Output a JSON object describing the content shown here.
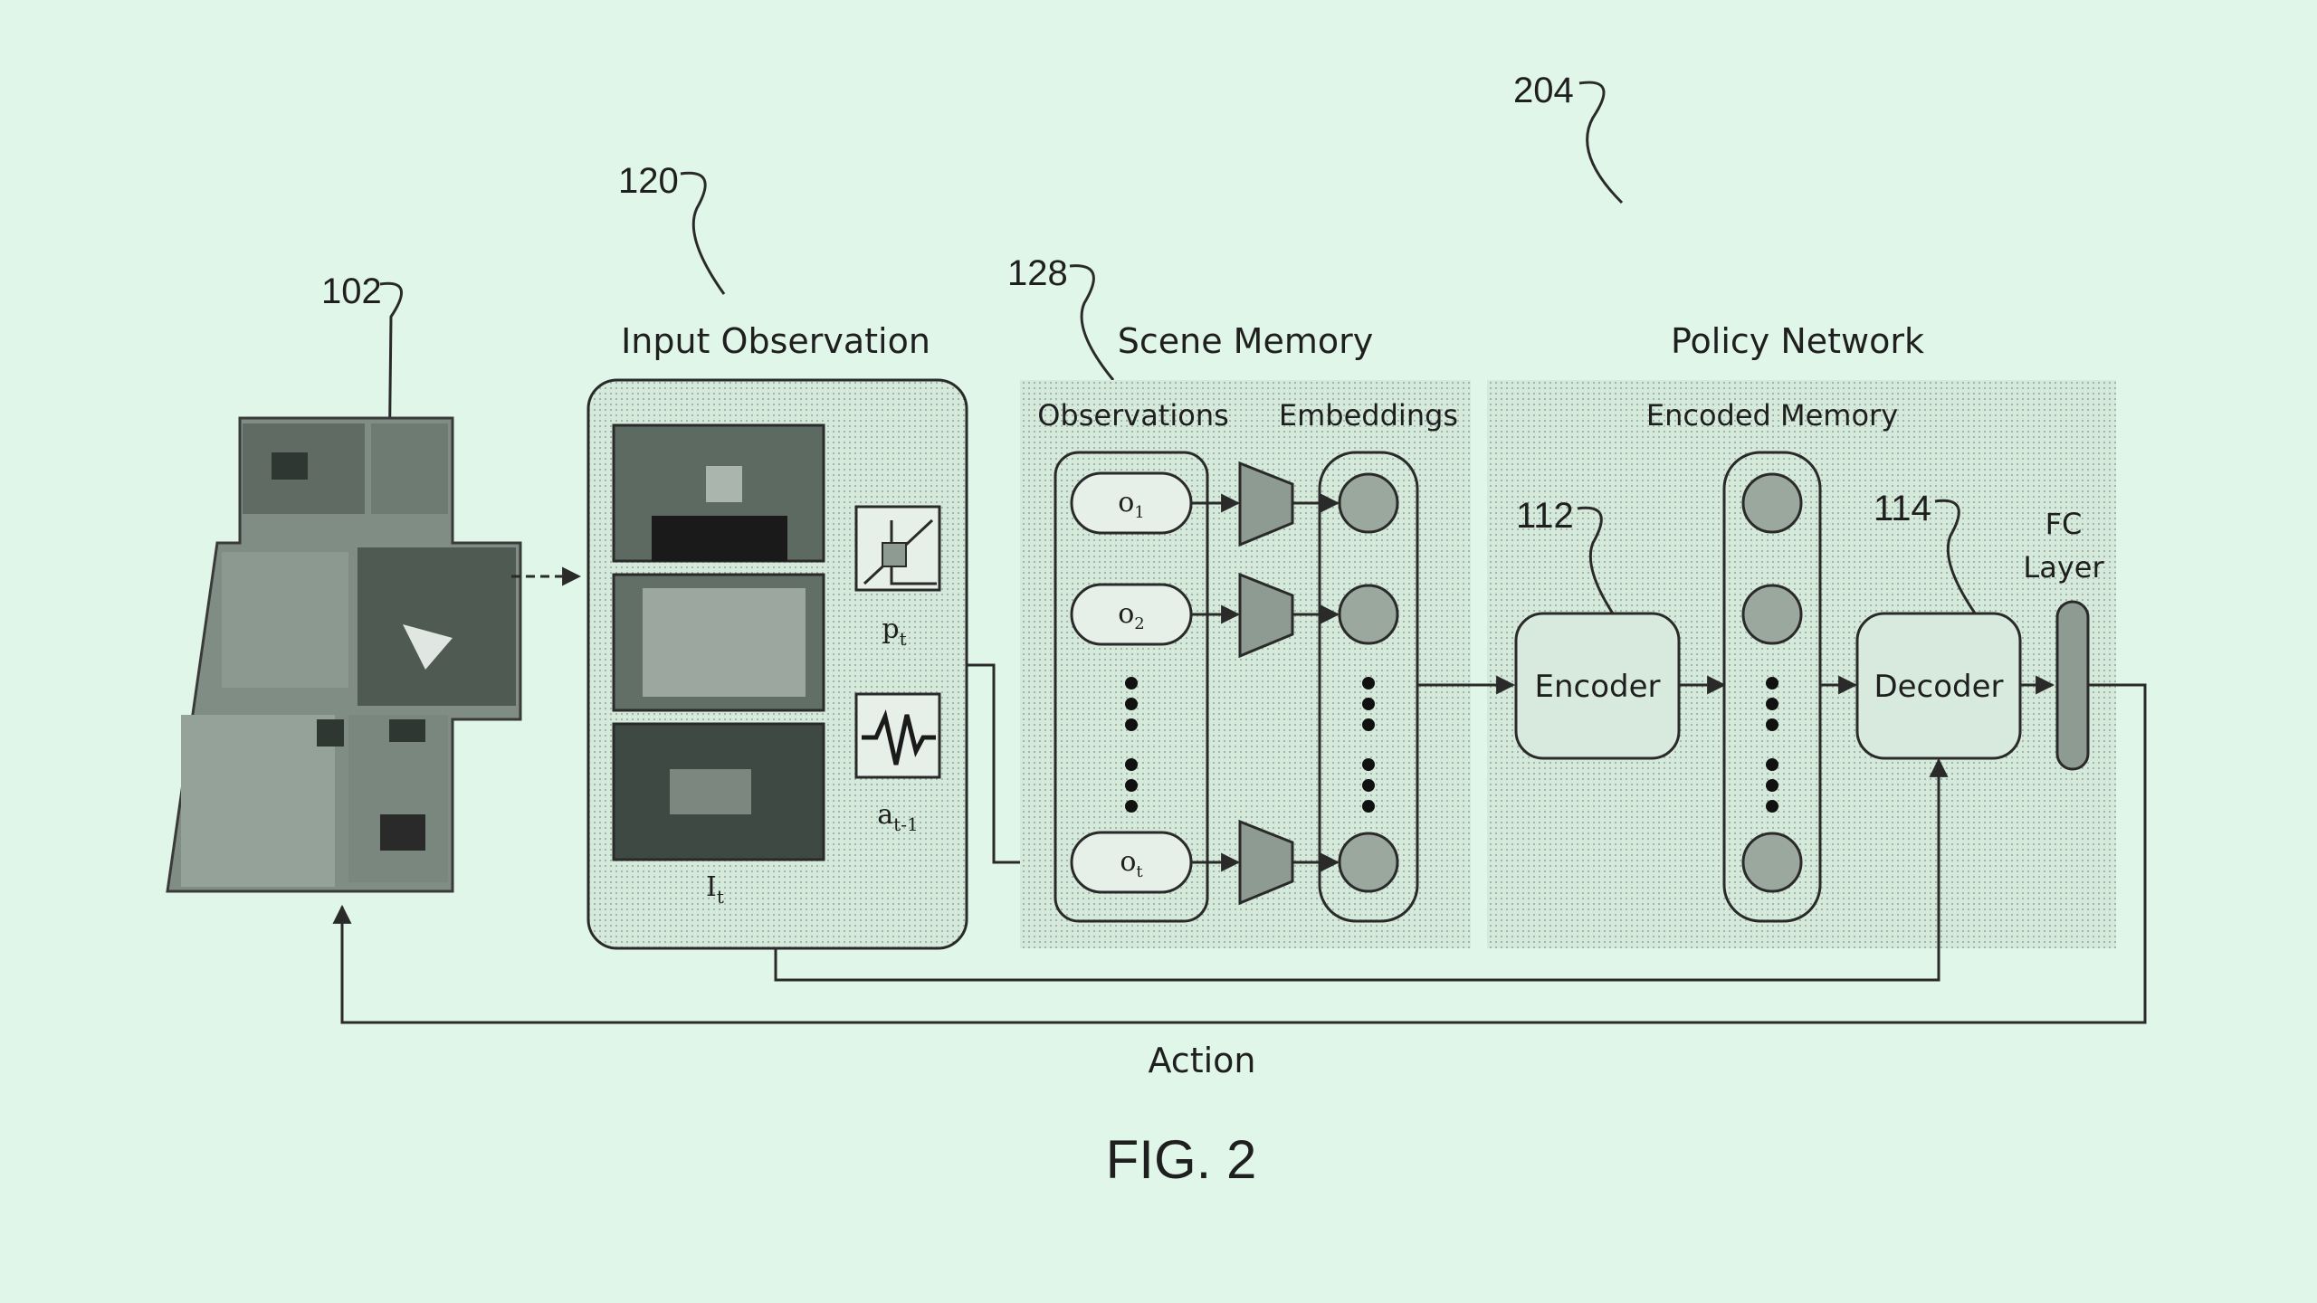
{
  "refs": {
    "r204": "204",
    "r120": "120",
    "r102": "102",
    "r128": "128",
    "r112": "112",
    "r114": "114"
  },
  "sections": {
    "input_observation": "Input Observation",
    "scene_memory": "Scene Memory",
    "policy_network": "Policy Network"
  },
  "subheads": {
    "observations": "Observations",
    "embeddings": "Embeddings",
    "encoded_memory": "Encoded Memory"
  },
  "blocks": {
    "encoder": "Encoder",
    "decoder": "Decoder",
    "fc_line1": "FC",
    "fc_line2": "Layer"
  },
  "obs": {
    "o1": "o",
    "o1_sub": "1",
    "o2": "o",
    "o2_sub": "2",
    "ot": "o",
    "ot_sub": "t"
  },
  "inputs": {
    "pose": "p",
    "pose_sub": "t",
    "action_prev": "a",
    "action_prev_sub": "t-1",
    "image": "I",
    "image_sub": "t"
  },
  "action_label": "Action",
  "figure_label": "FIG. 2",
  "colors": {
    "background": "#e0f6e8",
    "panel": "#cfe3d6",
    "stroke": "#2a2a2a",
    "node_fill": "#9aa89e"
  }
}
